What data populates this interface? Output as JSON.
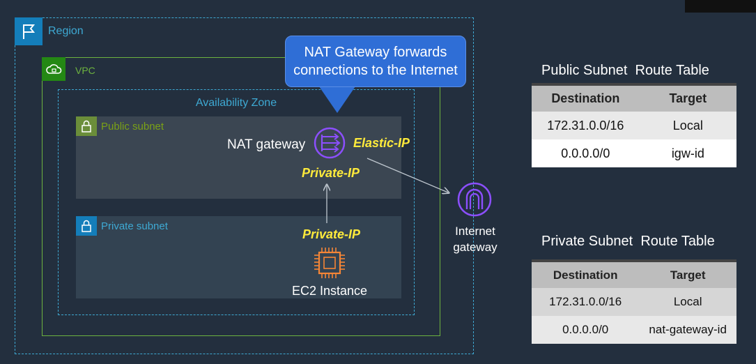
{
  "diagram": {
    "region_label": "Region",
    "vpc_label": "VPC",
    "az_label": "Availability Zone",
    "public_subnet_label": "Public subnet",
    "private_subnet_label": "Private subnet",
    "callout_text_line1": "NAT Gateway forwards",
    "callout_text_line2": "connections to the Internet",
    "nat_gateway_label": "NAT gateway",
    "elastic_ip_label": "Elastic-IP",
    "nat_private_ip_label": "Private-IP",
    "ec2_private_ip_label": "Private-IP",
    "ec2_label": "EC2 Instance",
    "igw_label_line1": "Internet",
    "igw_label_line2": "gateway",
    "colors": {
      "background": "#232f3e",
      "region": "#3ea9d3",
      "vpc": "#6db33f",
      "highlight_text": "#ffeb3b",
      "callout": "#2f6ed6",
      "nat_icon": "#8c4fff",
      "ec2_icon": "#f58536"
    }
  },
  "public_route_table": {
    "title_part1": "Public Subnet",
    "title_part2": "Route Table",
    "headers": [
      "Destination",
      "Target"
    ],
    "rows": [
      [
        "172.31.0.0/16",
        "Local"
      ],
      [
        "0.0.0.0/0",
        "igw-id"
      ]
    ]
  },
  "private_route_table": {
    "title_part1": "Private Subnet",
    "title_part2": "Route Table",
    "headers": [
      "Destination",
      "Target"
    ],
    "rows": [
      [
        "172.31.0.0/16",
        "Local"
      ],
      [
        "0.0.0.0/0",
        "nat-gateway-id"
      ]
    ]
  }
}
